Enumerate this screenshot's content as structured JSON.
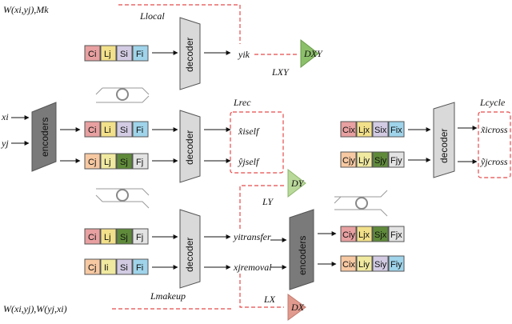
{
  "labels": {
    "top_input": "W(xi,yj),Mk",
    "bottom_input": "W(xi,yj),W(yj,xi)",
    "l_local": "Llocal",
    "l_rec": "Lrec",
    "l_xy": "LXY",
    "l_y": "LY",
    "l_x": "LX",
    "l_makeup": "Lmakeup",
    "l_cycle": "Lcycle",
    "x_in": "xi",
    "y_in": "yj",
    "out_local": "yik",
    "out_xself": "x̂iself",
    "out_yself": "ŷjself",
    "out_transfer": "yitransfer",
    "out_removal": "xjremoval",
    "out_xcross": "x̃icross",
    "out_ycross": "ỹjcross",
    "d_xy": "DXY",
    "d_y": "DY",
    "d_x": "DX"
  },
  "modules": {
    "decoder": "decoder",
    "encoders": "encoders"
  },
  "blocks": {
    "row_top": [
      "Ci",
      "Lj",
      "Si",
      "Fi"
    ],
    "row_x": [
      "Ci",
      "Li",
      "Si",
      "Fi"
    ],
    "row_y": [
      "Cj",
      "Lj",
      "Sj",
      "Fj"
    ],
    "row_transfer": [
      "Ci",
      "Lj",
      "Sj",
      "Fj"
    ],
    "row_removal": [
      "Cj",
      "Ii",
      "Si",
      "Fi"
    ],
    "row_rx": [
      "Ciy",
      "Ljx",
      "Sjx",
      "Fjx"
    ],
    "row_ry": [
      "Cix",
      "Liy",
      "Siy",
      "Fiy"
    ],
    "row_cy": [
      "Cix",
      "Ljx",
      "Six",
      "Fix"
    ],
    "row_cx": [
      "Cjy",
      "Ljy",
      "Sjy",
      "Fjy"
    ]
  },
  "colors": {
    "C": "#e8a0a0",
    "L": "#f2e08a",
    "S": "#d2cbe3",
    "F": "#9fd4ea",
    "C_light": "#f7c9a2",
    "S_green": "#5f8a3a",
    "L_light": "#f0e9a0",
    "F_gray": "#e3e3e3",
    "D_XY": "#8cbf6a",
    "D_Y": "#b9d99a",
    "D_X": "#e19a8e",
    "dashed": "#e54b4b"
  }
}
